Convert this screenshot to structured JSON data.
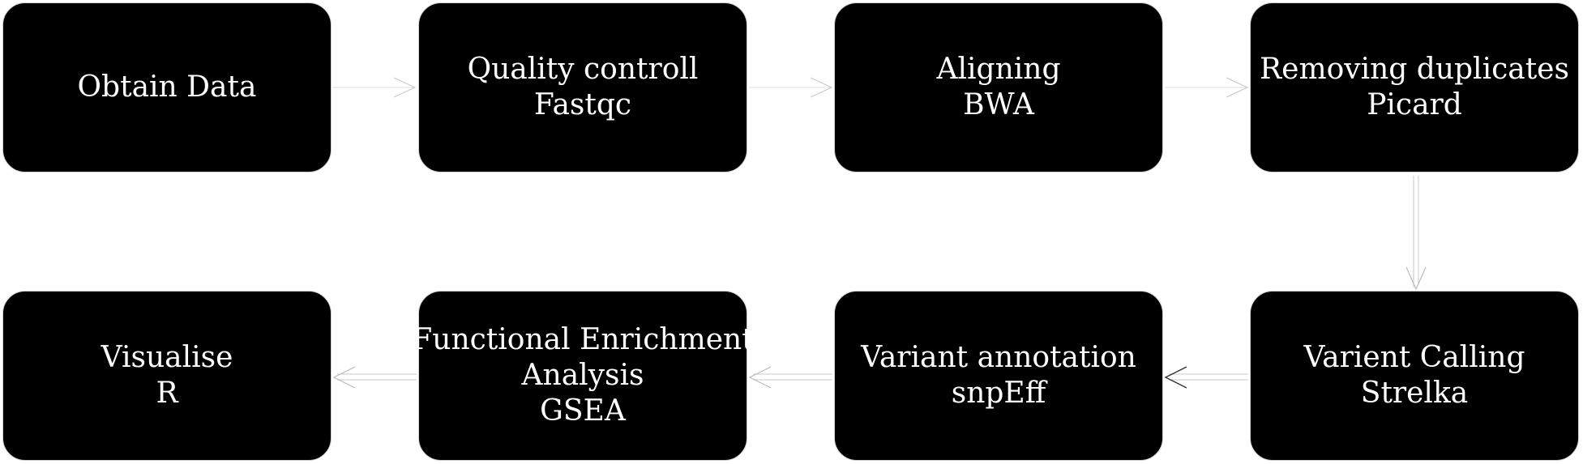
{
  "steps": {
    "obtain": {
      "lines": [
        "Obtain Data"
      ]
    },
    "qc": {
      "lines": [
        "Quality controll",
        "Fastqc"
      ]
    },
    "align": {
      "lines": [
        "Aligning",
        "BWA"
      ]
    },
    "dedup": {
      "lines": [
        "Removing duplicates",
        "Picard"
      ]
    },
    "calling": {
      "lines": [
        "Varient Calling",
        "Strelka"
      ]
    },
    "annotation": {
      "lines": [
        "Variant annotation",
        "snpEff"
      ]
    },
    "enrichment": {
      "lines": [
        "Functional Enrichment",
        "Analysis",
        "GSEA"
      ]
    },
    "visualise": {
      "lines": [
        "Visualise",
        "R"
      ]
    }
  },
  "colors": {
    "box": "#000000",
    "text": "#ffffff",
    "arrow": "#bbbbbb",
    "arrow_head_dark": "#333333"
  }
}
